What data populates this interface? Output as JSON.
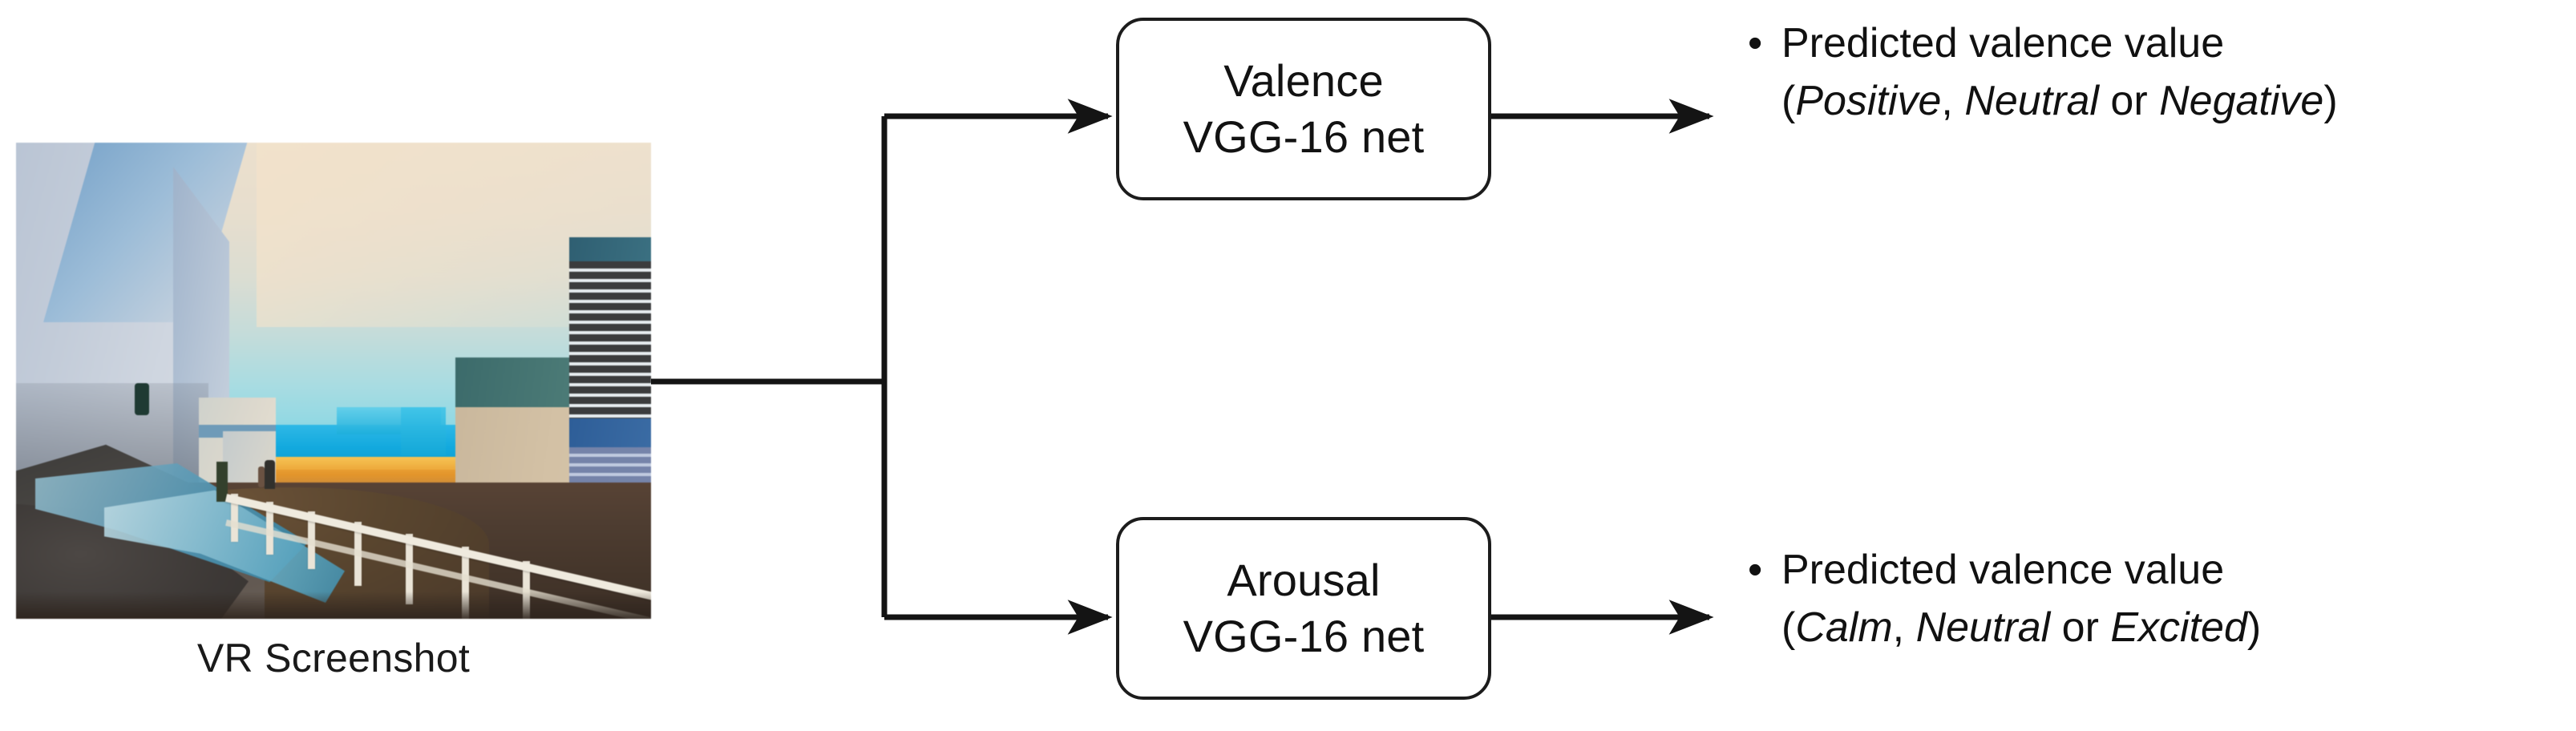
{
  "diagram": {
    "title": "VR screenshot valence and arousal prediction pipeline",
    "input": {
      "caption": "VR Screenshot",
      "image_alt": "VR screenshot of a virtual seaside promenade with buildings, a white railing, a brown path and an ocean horizon"
    },
    "models": [
      {
        "id": "valence-model",
        "line1": "Valence",
        "line2": "VGG-16 net"
      },
      {
        "id": "arousal-model",
        "line1": "Arousal",
        "line2": "VGG-16 net"
      }
    ],
    "outputs": [
      {
        "id": "valence-output",
        "bullet": "•",
        "line1": "Predicted valence value",
        "open_paren": "(",
        "option1": "Positive",
        "sep1": ", ",
        "option2": "Neutral",
        "conj": " or ",
        "option3": "Negative",
        "close_paren": ")"
      },
      {
        "id": "arousal-output",
        "bullet": "•",
        "line1": "Predicted valence value",
        "open_paren": "(",
        "option1": "Calm",
        "sep1": ", ",
        "option2": "Neutral",
        "conj": " or ",
        "option3": "Excited",
        "close_paren": ")"
      }
    ],
    "colors": {
      "stroke": "#1c1c1c",
      "box_fill": "#ffffff",
      "text": "#111111",
      "background": "#ffffff"
    }
  }
}
